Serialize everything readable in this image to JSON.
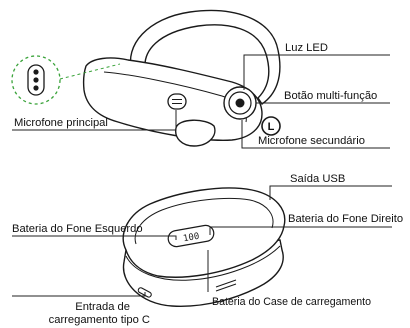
{
  "earbud_labels": {
    "led": "Luz LED",
    "multi_button": "Botão multi-função",
    "main_mic": "Microfone principal",
    "secondary_mic": "Microfone secundário",
    "side_marker": "L"
  },
  "case_labels": {
    "usb_out": "Saída USB",
    "right_battery": "Bateria do Fone Direito",
    "left_battery": "Bateria do Fone Esquerdo",
    "case_battery": "Bateria do Case de carregamento",
    "type_c_line1": "Entrada de",
    "type_c_line2": "carregamento tipo C",
    "display_value": "100"
  },
  "colors": {
    "line": "#222222",
    "callout_dash": "#3aa33a",
    "outline": "#1a1a1a"
  }
}
